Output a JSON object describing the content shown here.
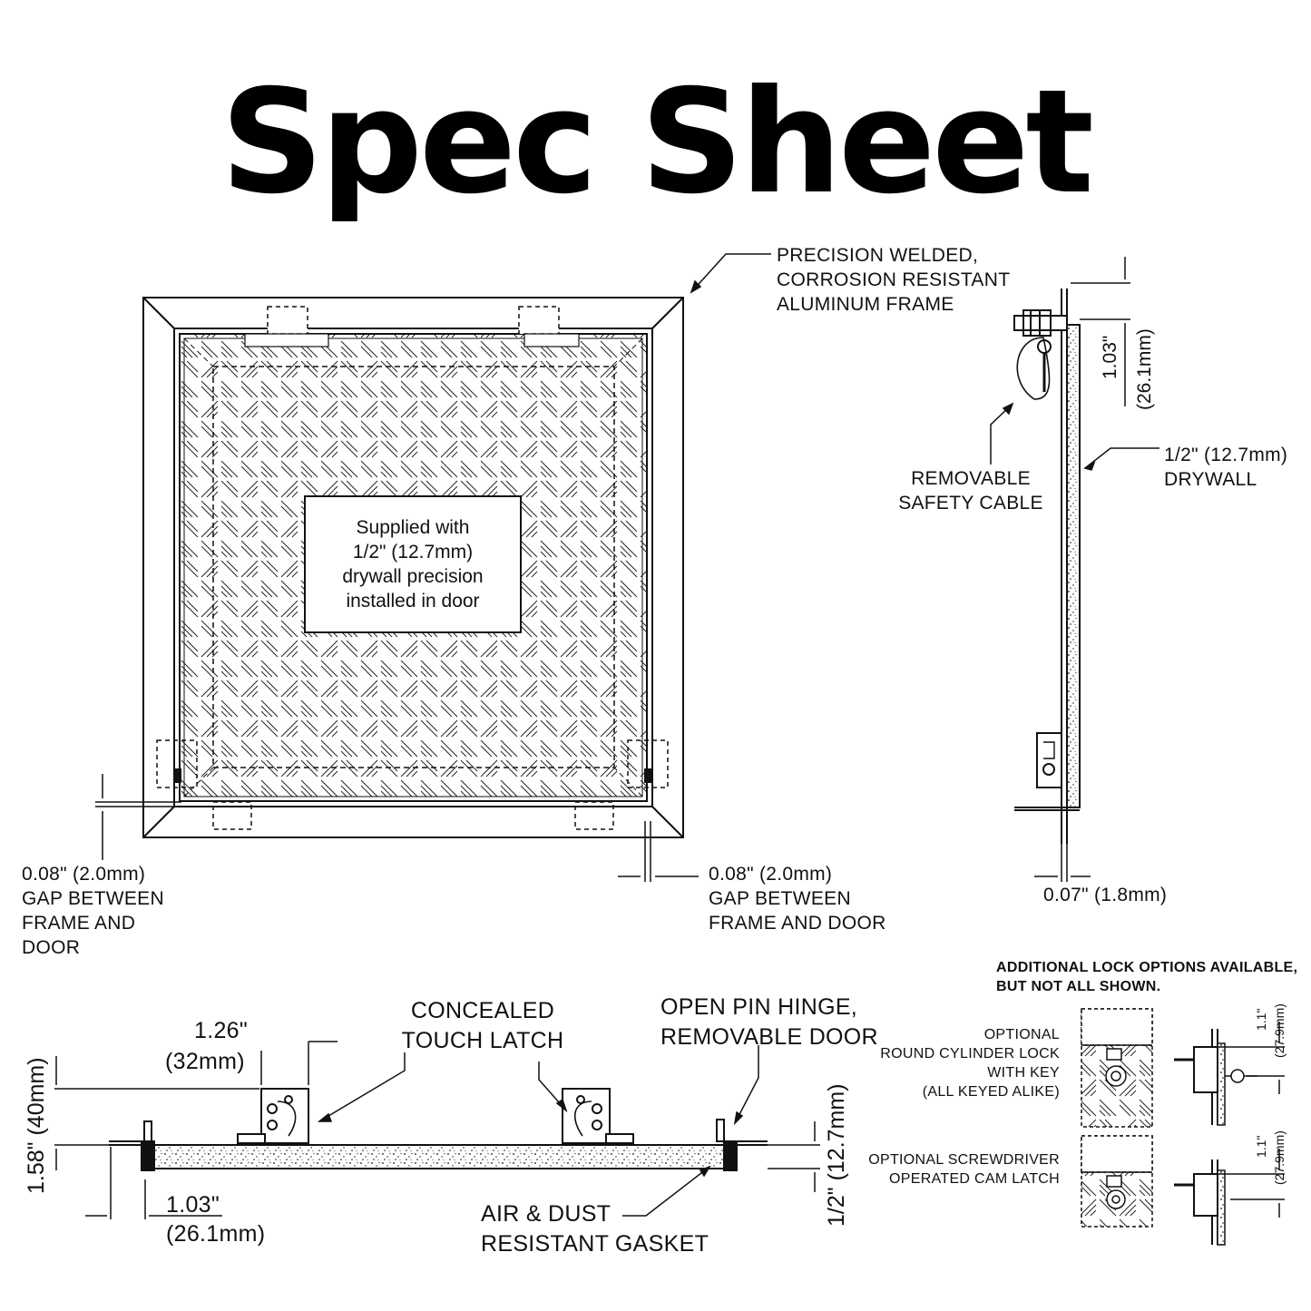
{
  "title": "Spec Sheet",
  "labels": {
    "frame": "PRECISION WELDED,\nCORROSION RESISTANT\nALUMINUM FRAME",
    "supplied": "Supplied with\n1/2\" (12.7mm)\ndrywall precision\ninstalled in door",
    "gap_left": "0.08\" (2.0mm)\nGAP BETWEEN\nFRAME AND\nDOOR",
    "gap_right": "0.08\" (2.0mm)\nGAP BETWEEN\nFRAME AND DOOR",
    "safety_cable": "REMOVABLE\nSAFETY CABLE",
    "drywall": "1/2\" (12.7mm)\nDRYWALL",
    "dim_side_top": "1.03\"",
    "dim_side_top_mm": "(26.1mm)",
    "dim_side_bottom": "0.07\" (1.8mm)",
    "lock_note": "ADDITIONAL LOCK OPTIONS AVAILABLE,\nBUT NOT ALL SHOWN.",
    "round_lock": "OPTIONAL\nROUND CYLINDER LOCK\nWITH KEY\n(ALL KEYED ALIKE)",
    "cam_latch": "OPTIONAL SCREWDRIVER\nOPERATED CAM LATCH",
    "lock_dim_1": "1.1\"",
    "lock_dim_1_mm": "(27.9mm)",
    "lock_dim_2": "1.1\"",
    "lock_dim_2_mm": "(27.9mm)",
    "touch_latch": "CONCEALED\nTOUCH LATCH",
    "hinge": "OPEN PIN HINGE,\nREMOVABLE DOOR",
    "dim_126": "1.26\"",
    "dim_126_mm": "(32mm)",
    "dim_158": "1.58\" (40mm)",
    "dim_103": "1.03\"",
    "dim_103_mm": "(26.1mm)",
    "dim_half": "1/2\" (12.7mm)",
    "gasket": "AIR & DUST\nRESISTANT GASKET"
  },
  "colors": {
    "line": "#111111",
    "background": "#ffffff"
  }
}
